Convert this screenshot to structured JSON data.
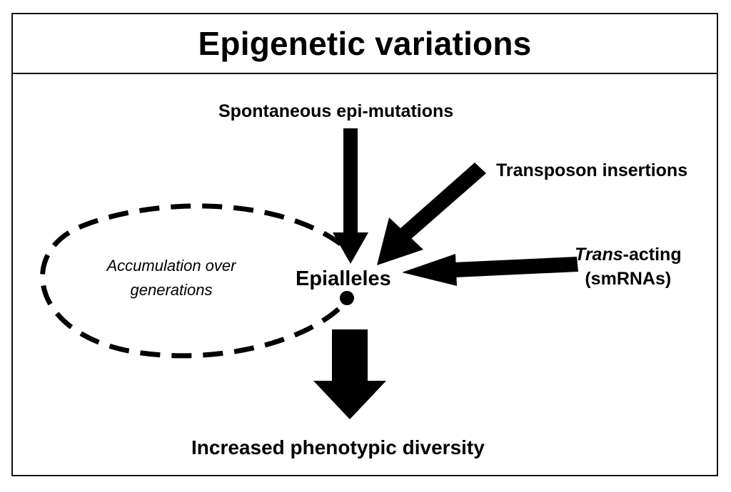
{
  "title": "Epigenetic variations",
  "sources": {
    "spontaneous": "Spontaneous epi-mutations",
    "transposon": "Transposon insertions",
    "trans_italic": "Trans",
    "trans_rest": "-acting",
    "trans_sub": "(smRNAs)"
  },
  "center": "Epialleles",
  "loop": {
    "line1": "Accumulation over",
    "line2": "generations"
  },
  "outcome": "Increased phenotypic diversity"
}
